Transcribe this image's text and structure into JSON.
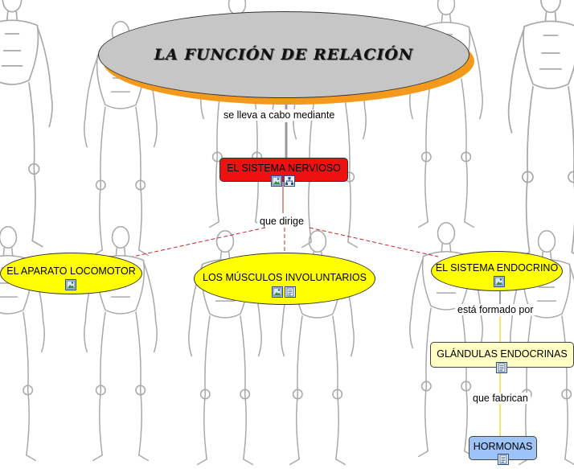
{
  "title": "LA FUNCIÓN DE RELACIÓN",
  "nodes": {
    "sistema_nervioso": {
      "label": "EL SISTEMA NERVIOSO",
      "color": "#ee1111",
      "icons": [
        "image-icon",
        "hierarchy-icon"
      ]
    },
    "aparato_locomotor": {
      "label": "EL APARATO LOCOMOTOR",
      "color": "#ffff00",
      "icons": [
        "image-icon"
      ]
    },
    "musculos_involuntarios": {
      "label": "LOS MÚSCULOS INVOLUNTARIOS",
      "color": "#ffff00",
      "icons": [
        "image-icon",
        "document-icon"
      ]
    },
    "sistema_endocrino": {
      "label": "EL SISTEMA ENDOCRINO",
      "color": "#ffff00",
      "icons": [
        "image-icon"
      ]
    },
    "glandulas_endocrinas": {
      "label": "GLÁNDULAS ENDOCRINAS",
      "color": "#ffffc4",
      "icons": [
        "document-icon"
      ]
    },
    "hormonas": {
      "label": "HORMONAS",
      "color": "#9ec3f7",
      "icons": [
        "document-icon"
      ]
    }
  },
  "link_labels": {
    "se_lleva": "se lleva a cabo mediante",
    "que_dirige": "que dirige",
    "esta_formado": "está formado por",
    "que_fabrican": "que fabrican"
  },
  "colors": {
    "title_fill": "#c6c6c6",
    "title_shadow": "#f39a1c",
    "link_red": "#c62828",
    "link_yellow": "#f2ea6a"
  }
}
